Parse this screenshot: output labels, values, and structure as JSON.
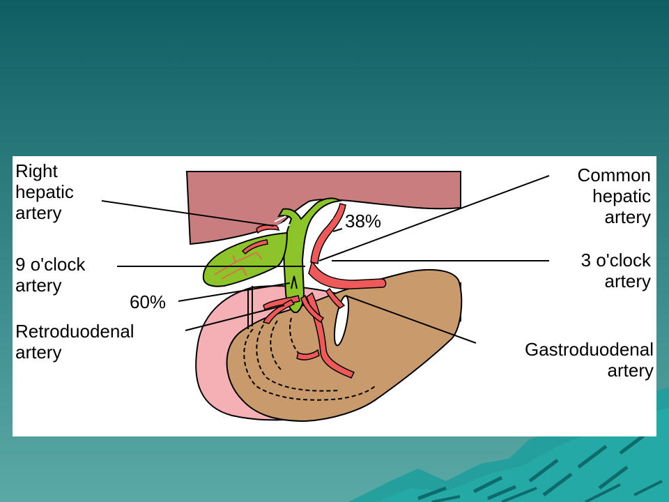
{
  "labels": {
    "right_hepatic": [
      "Right",
      "hepatic",
      "artery"
    ],
    "nine_oclock": [
      "9 o'clock",
      "artery"
    ],
    "retroduodenal": [
      "Retroduodenal",
      "artery"
    ],
    "common_hepatic": [
      "Common",
      "hepatic",
      "artery"
    ],
    "three_oclock": [
      "3 o'clock",
      "artery"
    ],
    "gastroduodenal": [
      "Gastroduodenal",
      "artery"
    ],
    "pct_38": "38%",
    "pct_60": "60%"
  },
  "colors": {
    "background_top": "#0e5f63",
    "background_bottom": "#5aa9a6",
    "liver": "#c97d7e",
    "duodenum": "#f5b0b5",
    "pancreas": "#c99a6b",
    "bile_duct": "#8cc42a",
    "artery": "#ee5a5a",
    "mountain": "#1f9e9c"
  }
}
